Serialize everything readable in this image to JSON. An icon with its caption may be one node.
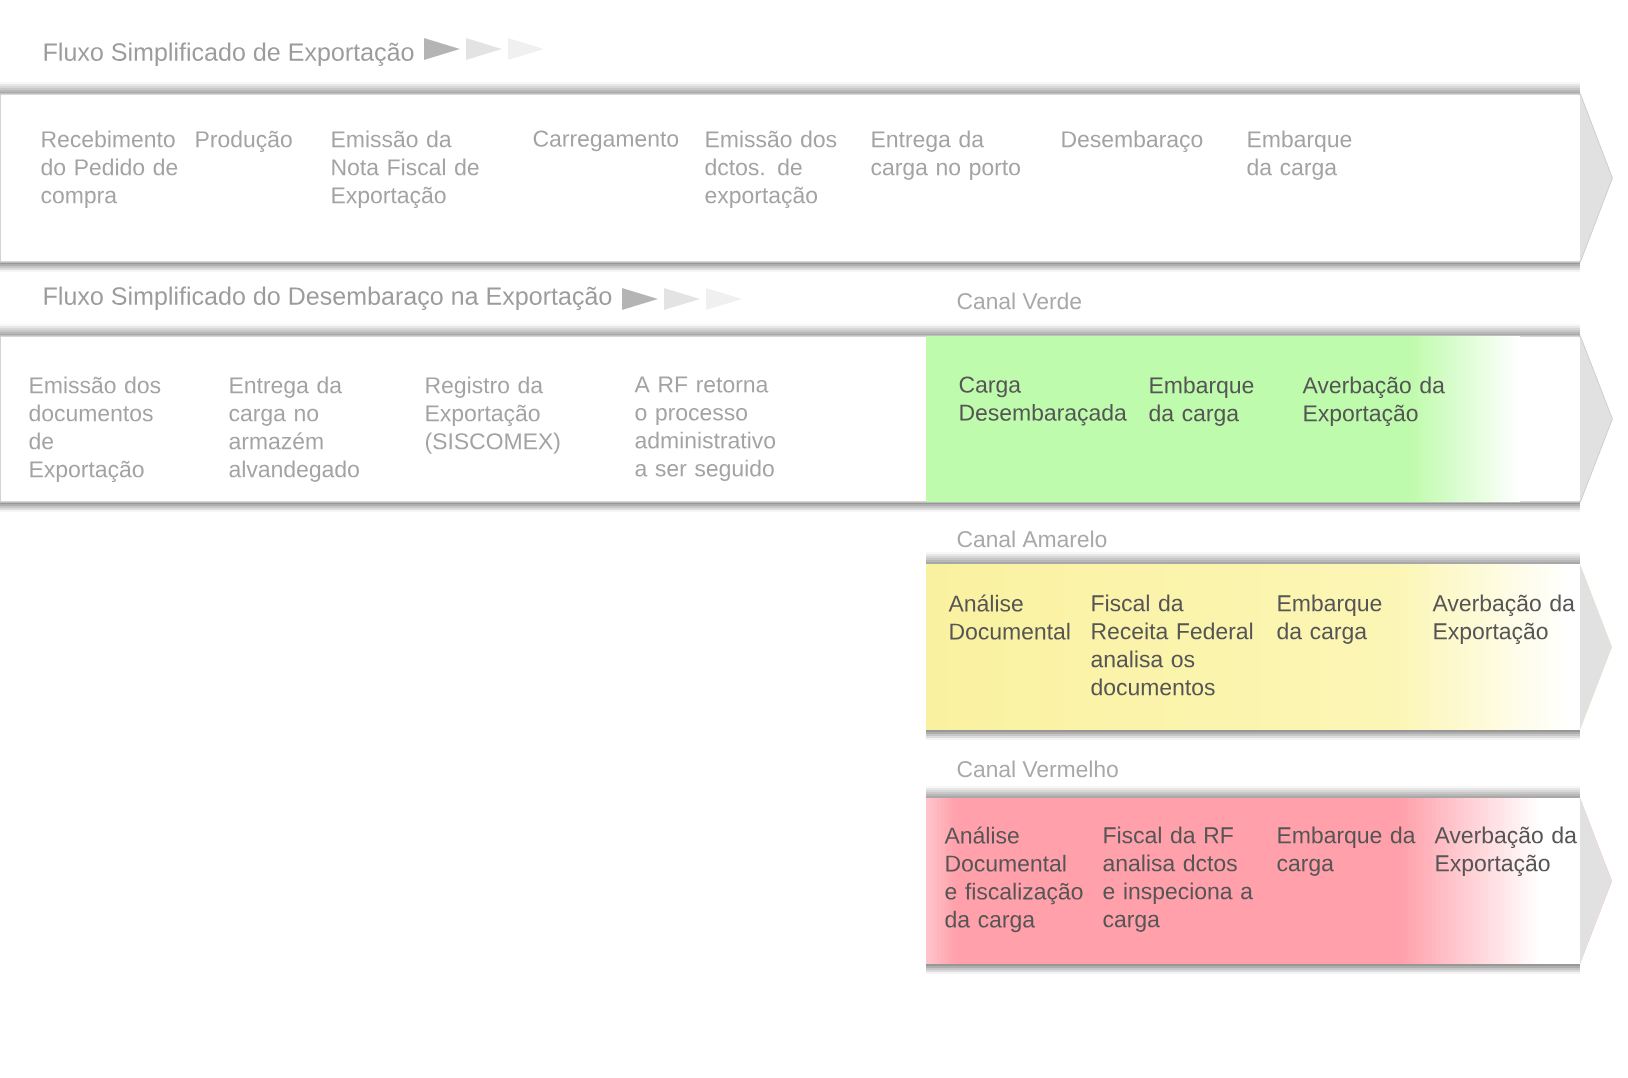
{
  "diagram": {
    "nodes": [
      {
        "text": [
          "Fluxo Simplificado de Exportação",
          "Recebimento do Pedido de compra",
          "Produção",
          "Emissão da Nota Fiscal de Exportação",
          "Carregamento",
          "Emissão dos dctos. de exportação",
          "Entrega da carga no porto",
          "Desembaraço",
          "Embarque da carga"
        ]
      },
      {
        "text": [
          "Fluxo Simplificado do Desembaraço na Exportação",
          "Emissão dos documentos de Exportação",
          "Entrega da carga no armazém alvandegado",
          "Registro da Exportação (SISCOMEX)",
          "A RF retorna o processo administrativo a ser seguido"
        ]
      },
      {
        "text": [
          "Canal Verde",
          "Carga Desembaraçada",
          "Embarque da carga",
          "Averbação da Exportação"
        ],
        "in": 1
      },
      {
        "text": [
          "Canal Amarelo",
          "Análise Documental",
          "Fiscal da Receita Federal analisa os documentos",
          "Embarque da carga",
          "Averbação da Exportação"
        ]
      },
      {
        "text": [
          "Canal Vermelho",
          "Análise Documental e fiscalização da carga",
          "Fiscal da RF analisa dctos e inspeciona a carga",
          "Embarque da carga",
          "Averbação da Exportação"
        ]
      }
    ]
  }
}
